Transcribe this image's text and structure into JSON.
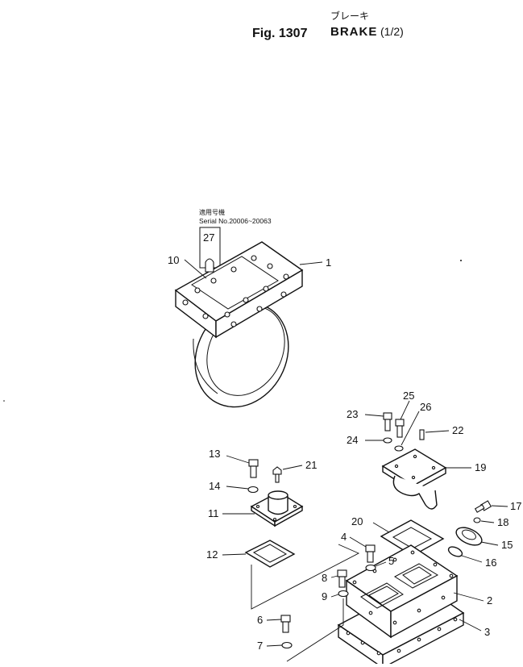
{
  "header": {
    "fig_label": "Fig. 1307",
    "title": "BRAKE",
    "sheet": "(1/2)",
    "title_jp": "ブレーキ"
  },
  "serial_note": {
    "jp": "適用号機",
    "text": "Serial No.20006~20063",
    "boxed_part": "27"
  },
  "parts": {
    "p1": "1",
    "p2": "2",
    "p3": "3",
    "p4": "4",
    "p5": "5",
    "p6": "6",
    "p7": "7",
    "p8": "8",
    "p9": "9",
    "p10": "10",
    "p11": "11",
    "p12": "12",
    "p13": "13",
    "p14": "14",
    "p15": "15",
    "p16": "16",
    "p17": "17",
    "p18": "18",
    "p19": "19",
    "p20": "20",
    "p21": "21",
    "p22": "22",
    "p23": "23",
    "p24": "24",
    "p25": "25",
    "p26": "26"
  }
}
